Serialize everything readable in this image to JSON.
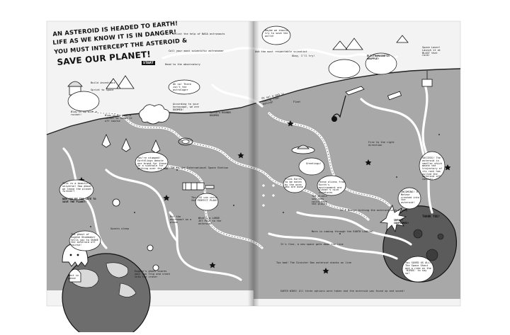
{
  "left_page": {
    "title_line1": "AN ASTEROID IS HEADED TO EARTH!",
    "title_line2": "LIFE AS WE KNOW IT IS IN DANGER!",
    "title_line3": "YOU MUST INTERCEPT THE ASTEROID &",
    "title_line4": "SAVE OUR PLANET!",
    "start_label": "START",
    "notes": [
      "Enlist the help of NASA astronauts",
      "Call your most scientific astronomer",
      "Head to the observatory",
      "Build inventions",
      "Sprint to Space",
      "Blow it up with a rocket!",
      "Blow it up with a rocket to nudge it off course",
      "Oh no! There isn't the astrologer",
      "According to your horoscope, we are DOOMED!",
      "Earth's BOUNDS DOOMED",
      "You're stumped! Earthlings denote one brand for those in a sinkhole for getting over the map",
      "Go to the International Space Station",
      "This is a beautiful universe! How about we leave the planet forever?",
      "NOW YOU'RE TOO LATE TO SAVE THE PLANET!",
      "Put the astronaut on a plane",
      "The ISS can catch the PERFECT PLAN!",
      "What's a LARGE JET PACK to the asteroid?",
      "The ghost of Eugene Shoemaker tells you to SHAKE the asteroid off course!",
      "Eugene's ghost scares you! You trip and crash into the crater",
      "Guests sleep",
      "Rest in peace"
    ]
  },
  "right_page": {
    "notes": [
      "Ask the most respectable scientist",
      "Maybe we should try to save the world!",
      "Okay, I'll try!",
      "Oh no! A UFO is coming from behind!",
      "Flee!",
      "Greetings!",
      "These aliens from Earth's environment are planet's nice creatures",
      "Flies Earth to be eaten by the ones who are done",
      "The aliens say they could save the planet",
      "ELECTROMAGNETIC GRAPPLE!",
      "Space Laser! Launch it at BLAST that rock!",
      "Fire to the right direction",
      "SUCCESS! The asteroid is smaller which means the trajectory of its rock has pulled the asteroid off course!",
      "INCOMING! A Meteor crashed into the asteroid!",
      "IMPACT CONFIRMED!",
      "It's Meteor hitting the asteroid with a bang",
      "You SAVED US ALL! The Space Ghost and a ride on the 'BIRDS' to say so!",
      "THANK YOU!",
      "Mars is coming through the EARTH LANDING",
      "Too bad! The Sinister Dos asteroid stacks on line",
      "It's fine, a new space gets down the line",
      "EARTH WINS! All three options were taken and the asteroid was found up and saved!"
    ]
  },
  "colors": {
    "page": "#f2f2f2",
    "sky": "#e9e9e9",
    "space": "#a9a9a9",
    "path": "#ffffff",
    "ink": "#111111",
    "background": "#ffffff"
  }
}
